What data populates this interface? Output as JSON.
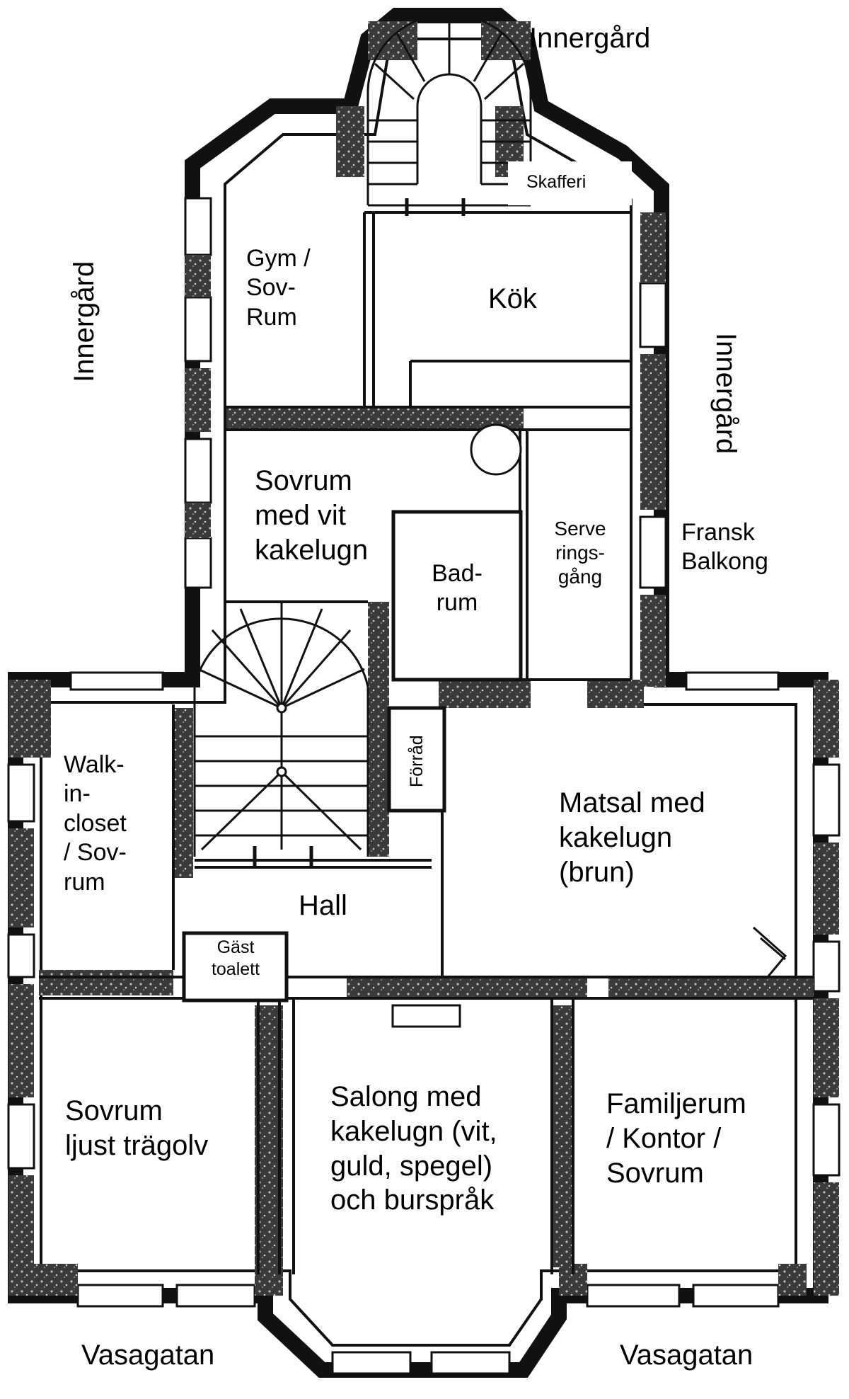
{
  "outside": {
    "innergard_top": "Innergård",
    "innergard_left": "Innergård",
    "innergard_right": "Innergård",
    "vasagatan_left": "Vasagatan",
    "vasagatan_right": "Vasagatan",
    "fransk_balkong": "Fransk\nBalkong"
  },
  "rooms": {
    "skafferi": "Skafferi",
    "gym": "Gym /\nSov-\nRum",
    "kok": "Kök",
    "sovrum_vit": "Sovrum\nmed vit\nkakelugn",
    "badrum": "Bad-\nrum",
    "serveringsgang": "Serve\nrings-\ngång",
    "forrad": "Förråd",
    "walkin": "Walk-\nin-\ncloset\n/ Sov-\nrum",
    "hall": "Hall",
    "gast_toalett": "Gäst\ntoalett",
    "matsal": "Matsal med\nkakelugn\n(brun)",
    "sovrum_ljust": "Sovrum\nljust trägolv",
    "salong": "Salong med\nkakelugn (vit,\nguld, spegel)\noch burspråk",
    "familjerum": "Familjerum\n/ Kontor /\nSovrum"
  }
}
